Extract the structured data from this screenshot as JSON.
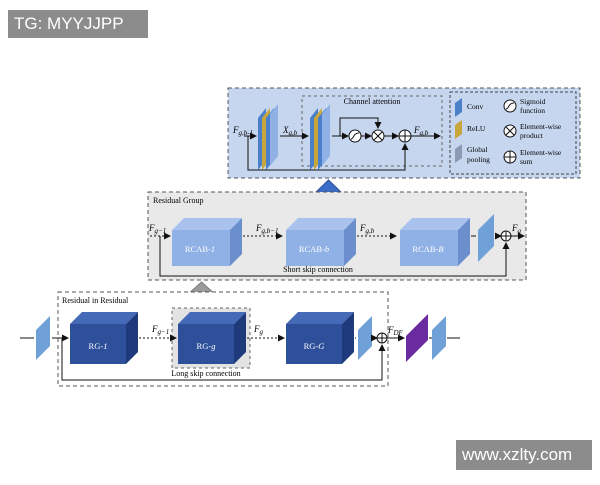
{
  "watermarks": {
    "top": "TG: MYYJJPP",
    "bottom": "www.xzlty.com"
  },
  "channel_attention": {
    "title": "Channel attention",
    "in_label": "F",
    "in_sub": "g,b-1",
    "mid_label": "X",
    "mid_sub": "g,b",
    "out_label": "F",
    "out_sub": "g,b"
  },
  "legend": {
    "conv": "Conv",
    "relu": "ReLU",
    "pool_1": "Global",
    "pool_2": "pooling",
    "sigmoid_1": "Sigmoid",
    "sigmoid_2": "function",
    "product_1": "Element-wise",
    "product_2": "product",
    "sum_1": "Element-wise",
    "sum_2": "sum"
  },
  "residual_group": {
    "title": "Residual Group",
    "in_label": "F",
    "in_sub": "g−1",
    "b1_label": "F",
    "b1_sub": "g,b−1",
    "b_label": "F",
    "b_sub": "g,b",
    "out_label": "F",
    "out_sub": "g",
    "block1": "RCAB-",
    "block1_i": "1",
    "block2": "RCAB-",
    "block2_i": "b",
    "block3": "RCAB-",
    "block3_i": "B",
    "skip": "Short skip connection"
  },
  "rir": {
    "title": "Residual in Residual",
    "block1": "RG-",
    "block1_i": "1",
    "block2": "RG-",
    "block2_i": "g",
    "block3": "RG-",
    "block3_i": "G",
    "in_label": "F",
    "in_sub": "g−1",
    "out_label": "F",
    "out_sub": "g",
    "df_label": "F",
    "df_sub": "DF",
    "skip": "Long skip connection"
  },
  "colors": {
    "box_bg": "#e9e9e9",
    "ca_bg": "#c6d6ef",
    "conv": "#4a7fc9",
    "relu": "#c9a63a",
    "pool": "#8e9ab2",
    "rcab": "#8fb1e6",
    "rg": "#2e4f9a",
    "arrow_up": "#3d6cc8",
    "arrow_gray": "#9b9b9b",
    "upsample": "#6a2aa0"
  }
}
